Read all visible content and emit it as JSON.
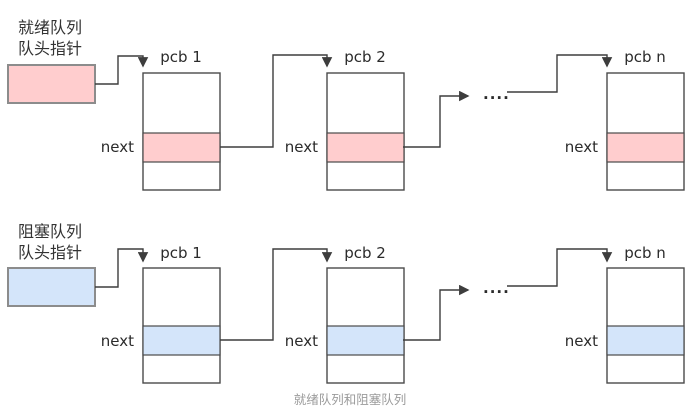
{
  "caption": "就绪队列和阻塞队列",
  "colors": {
    "ready_fill": "#ffcdce",
    "blocked_fill": "#d4e5fa"
  },
  "queues": [
    {
      "id": "ready",
      "label_line1": "就绪队列",
      "label_line2": "队头指针",
      "dots": "....",
      "nodes": [
        {
          "title": "pcb 1",
          "field": "next"
        },
        {
          "title": "pcb 2",
          "field": "next"
        },
        {
          "title": "pcb n",
          "field": "next"
        }
      ]
    },
    {
      "id": "blocked",
      "label_line1": "阻塞队列",
      "label_line2": "队头指针",
      "dots": "....",
      "nodes": [
        {
          "title": "pcb 1",
          "field": "next"
        },
        {
          "title": "pcb 2",
          "field": "next"
        },
        {
          "title": "pcb n",
          "field": "next"
        }
      ]
    }
  ]
}
